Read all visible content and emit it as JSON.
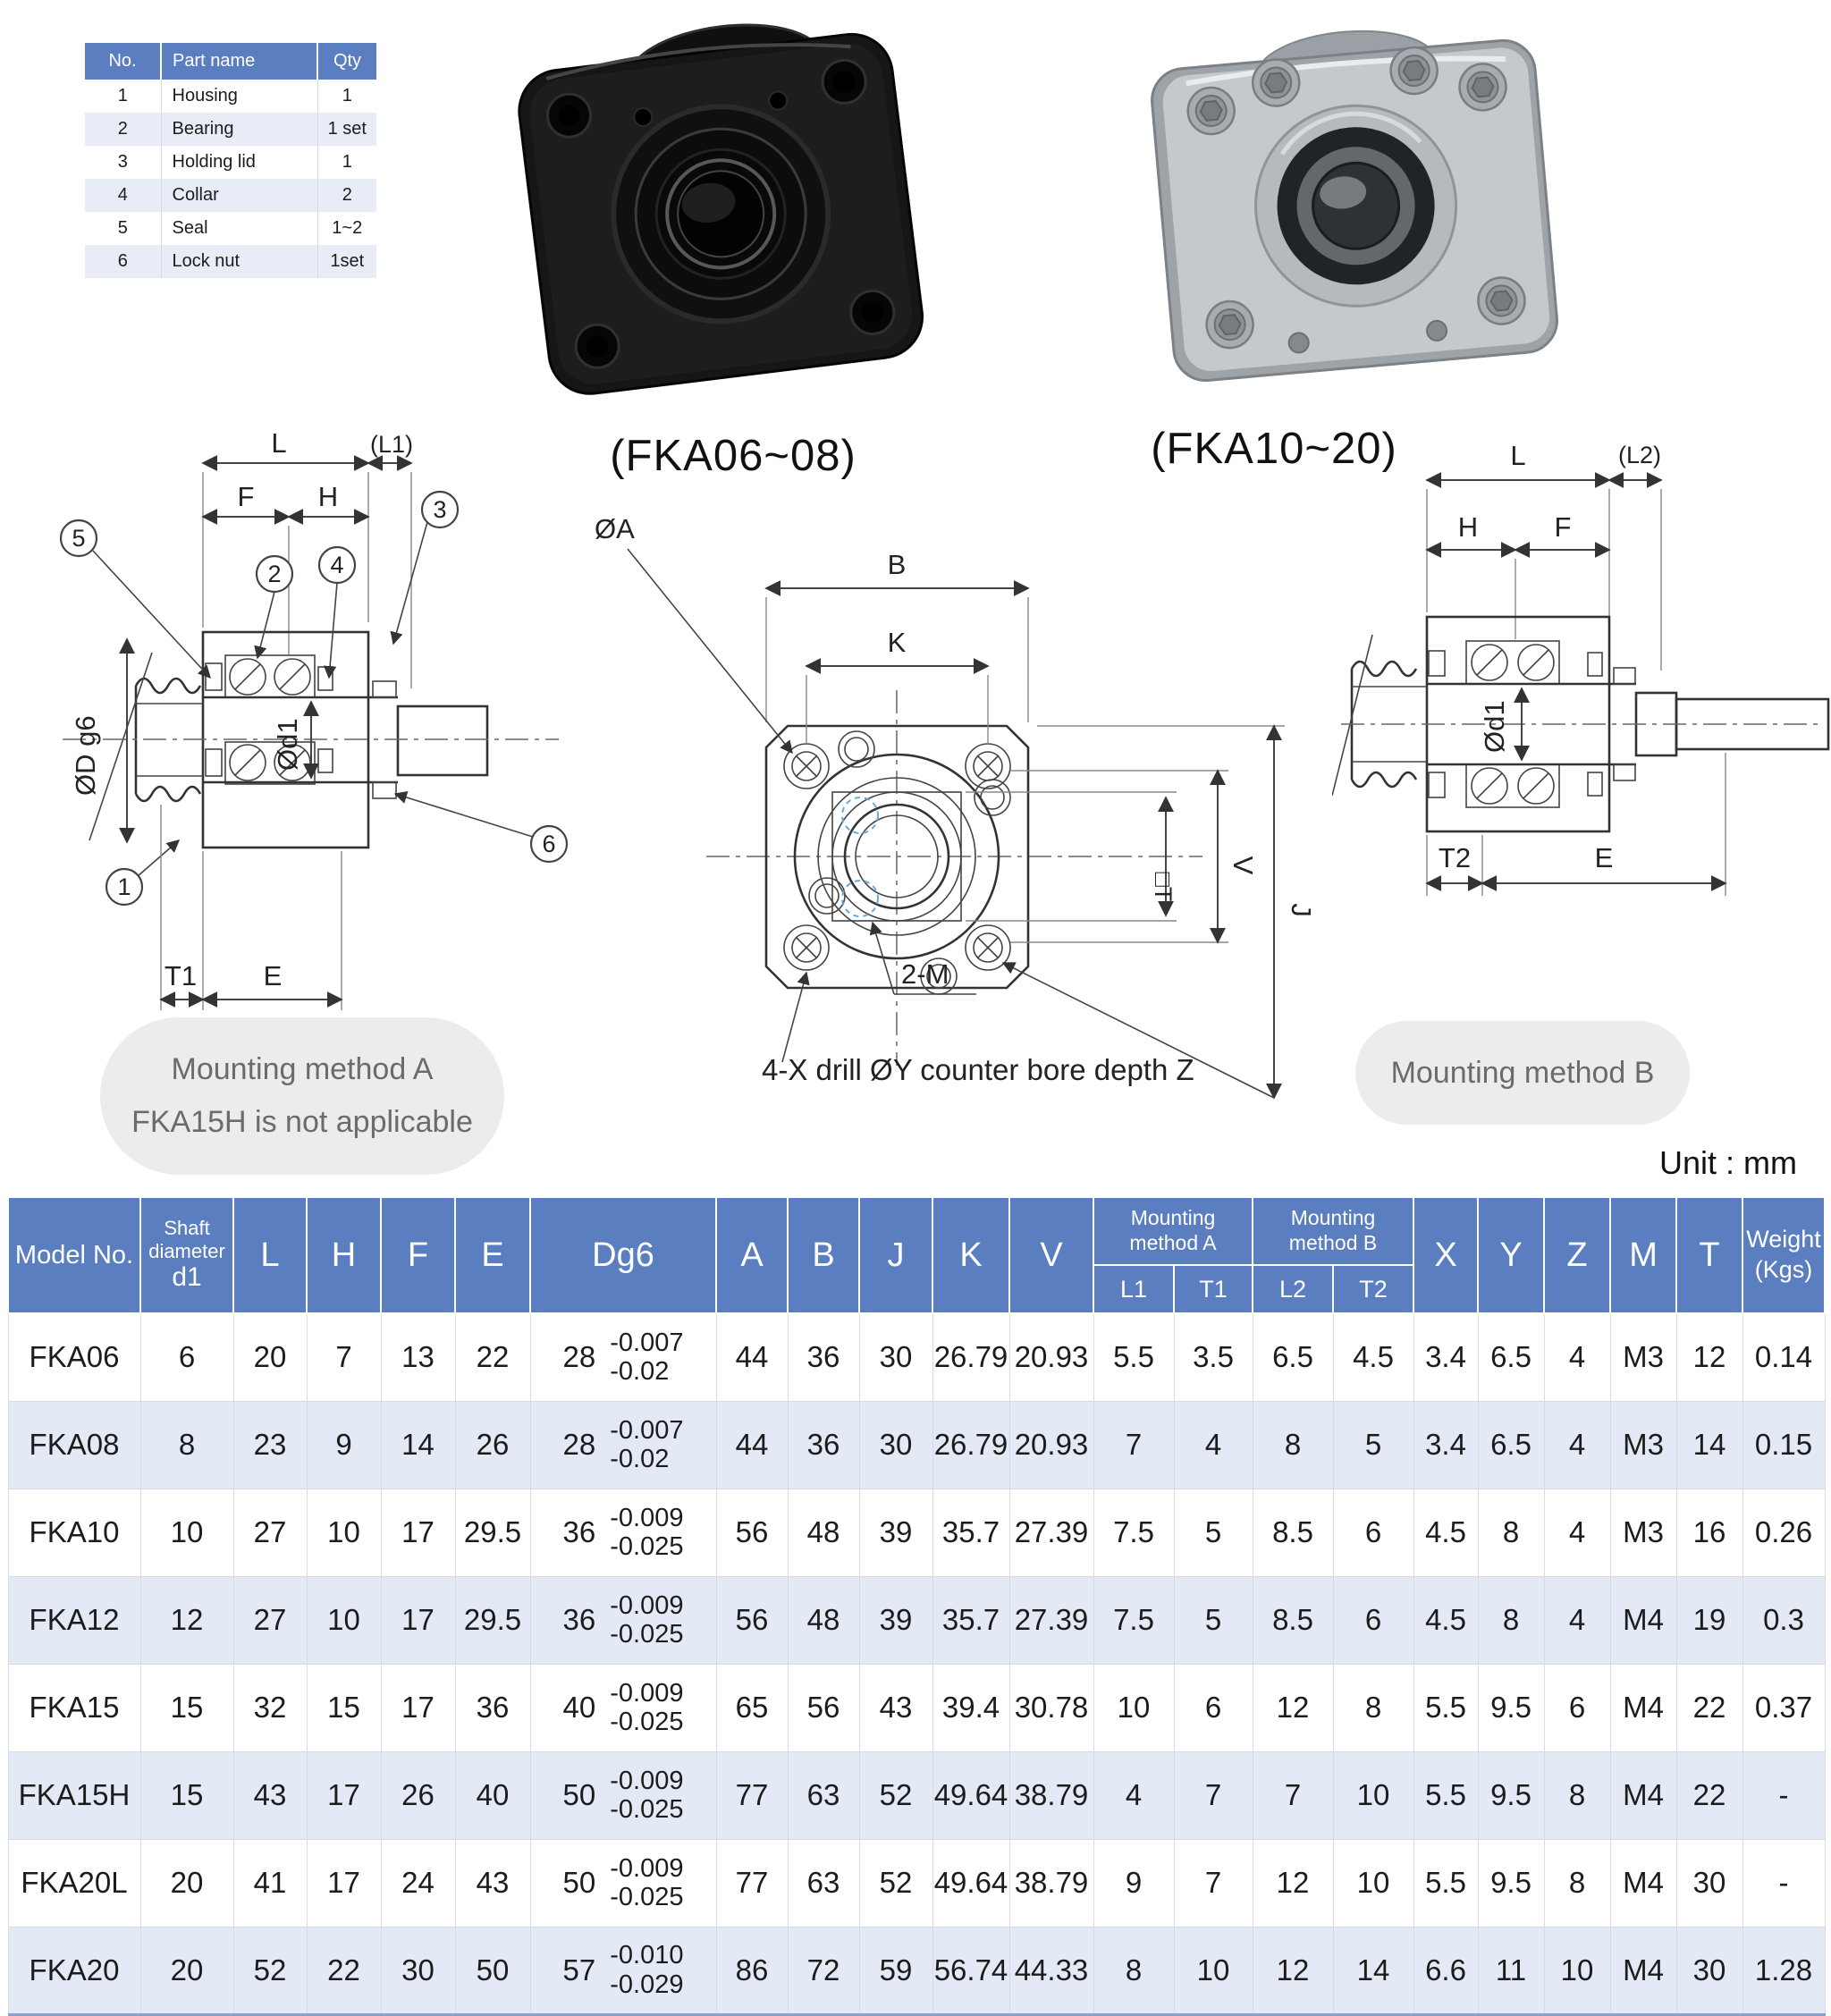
{
  "page": {
    "unit_label": "Unit : mm"
  },
  "colors": {
    "header_blue": "#5b7ec1",
    "row_tint": "#e4eaf5",
    "badge_bg": "#ececec",
    "badge_text": "#6b6b6b"
  },
  "parts_table": {
    "headers": [
      "No.",
      "Part name",
      "Qty"
    ],
    "rows": [
      [
        "1",
        "Housing",
        "1"
      ],
      [
        "2",
        "Bearing",
        "1 set"
      ],
      [
        "3",
        "Holding lid",
        "1"
      ],
      [
        "4",
        "Collar",
        "2"
      ],
      [
        "5",
        "Seal",
        "1~2"
      ],
      [
        "6",
        "Lock nut",
        "1set"
      ]
    ]
  },
  "photos": {
    "label_a": "(FKA06~08)",
    "label_b": "(FKA10~20)"
  },
  "badges": {
    "a_line1": "Mounting method A",
    "a_line2": "FKA15H is not applicable",
    "b": "Mounting method B"
  },
  "drawings": {
    "side_a": {
      "l": "L",
      "l1": "(L1)",
      "f": "F",
      "h": "H",
      "dd": "ØD g6",
      "d1": "Ød1",
      "t1": "T1",
      "e": "E",
      "balloons": [
        "5",
        "2",
        "4",
        "3",
        "1",
        "6"
      ]
    },
    "front": {
      "oa": "ØA",
      "b": "B",
      "k": "K",
      "t": "□T",
      "v": "V",
      "j": "J",
      "m": "2-M",
      "note": "4-X drill ØY counter bore depth Z"
    },
    "side_b": {
      "l": "L",
      "l2": "(L2)",
      "h": "H",
      "f": "F",
      "d1": "Ød1",
      "t2": "T2",
      "e": "E"
    }
  },
  "spec_table": {
    "headers": {
      "model": "Model No.",
      "shaft1": "Shaft",
      "shaft2": "diameter",
      "shaft3": "d1",
      "l": "L",
      "h": "H",
      "f": "F",
      "e": "E",
      "dg6": "Dg6",
      "a": "A",
      "b": "B",
      "j": "J",
      "k": "K",
      "v": "V",
      "ma1": "Mounting",
      "ma2": "method A",
      "mb1": "Mounting",
      "mb2": "method B",
      "l1": "L1",
      "t1": "T1",
      "l2": "L2",
      "t2": "T2",
      "x": "X",
      "y": "Y",
      "z": "Z",
      "m": "M",
      "t": "T",
      "w1": "Weight",
      "w2": "(Kgs)"
    },
    "rows": [
      {
        "model": "FKA06",
        "d1": "6",
        "l": "20",
        "h": "7",
        "f": "13",
        "e": "22",
        "dg6": "28",
        "tol1": "-0.007",
        "tol2": "-0.02",
        "a": "44",
        "b": "36",
        "j": "30",
        "k": "26.79",
        "v": "20.93",
        "l1": "5.5",
        "t1": "3.5",
        "l2": "6.5",
        "t2": "4.5",
        "x": "3.4",
        "y": "6.5",
        "z": "4",
        "m": "M3",
        "t": "12",
        "w": "0.14"
      },
      {
        "model": "FKA08",
        "d1": "8",
        "l": "23",
        "h": "9",
        "f": "14",
        "e": "26",
        "dg6": "28",
        "tol1": "-0.007",
        "tol2": "-0.02",
        "a": "44",
        "b": "36",
        "j": "30",
        "k": "26.79",
        "v": "20.93",
        "l1": "7",
        "t1": "4",
        "l2": "8",
        "t2": "5",
        "x": "3.4",
        "y": "6.5",
        "z": "4",
        "m": "M3",
        "t": "14",
        "w": "0.15"
      },
      {
        "model": "FKA10",
        "d1": "10",
        "l": "27",
        "h": "10",
        "f": "17",
        "e": "29.5",
        "dg6": "36",
        "tol1": "-0.009",
        "tol2": "-0.025",
        "a": "56",
        "b": "48",
        "j": "39",
        "k": "35.7",
        "v": "27.39",
        "l1": "7.5",
        "t1": "5",
        "l2": "8.5",
        "t2": "6",
        "x": "4.5",
        "y": "8",
        "z": "4",
        "m": "M3",
        "t": "16",
        "w": "0.26"
      },
      {
        "model": "FKA12",
        "d1": "12",
        "l": "27",
        "h": "10",
        "f": "17",
        "e": "29.5",
        "dg6": "36",
        "tol1": "-0.009",
        "tol2": "-0.025",
        "a": "56",
        "b": "48",
        "j": "39",
        "k": "35.7",
        "v": "27.39",
        "l1": "7.5",
        "t1": "5",
        "l2": "8.5",
        "t2": "6",
        "x": "4.5",
        "y": "8",
        "z": "4",
        "m": "M4",
        "t": "19",
        "w": "0.3"
      },
      {
        "model": "FKA15",
        "d1": "15",
        "l": "32",
        "h": "15",
        "f": "17",
        "e": "36",
        "dg6": "40",
        "tol1": "-0.009",
        "tol2": "-0.025",
        "a": "65",
        "b": "56",
        "j": "43",
        "k": "39.4",
        "v": "30.78",
        "l1": "10",
        "t1": "6",
        "l2": "12",
        "t2": "8",
        "x": "5.5",
        "y": "9.5",
        "z": "6",
        "m": "M4",
        "t": "22",
        "w": "0.37"
      },
      {
        "model": "FKA15H",
        "d1": "15",
        "l": "43",
        "h": "17",
        "f": "26",
        "e": "40",
        "dg6": "50",
        "tol1": "-0.009",
        "tol2": "-0.025",
        "a": "77",
        "b": "63",
        "j": "52",
        "k": "49.64",
        "v": "38.79",
        "l1": "4",
        "t1": "7",
        "l2": "7",
        "t2": "10",
        "x": "5.5",
        "y": "9.5",
        "z": "8",
        "m": "M4",
        "t": "22",
        "w": "-"
      },
      {
        "model": "FKA20L",
        "d1": "20",
        "l": "41",
        "h": "17",
        "f": "24",
        "e": "43",
        "dg6": "50",
        "tol1": "-0.009",
        "tol2": "-0.025",
        "a": "77",
        "b": "63",
        "j": "52",
        "k": "49.64",
        "v": "38.79",
        "l1": "9",
        "t1": "7",
        "l2": "12",
        "t2": "10",
        "x": "5.5",
        "y": "9.5",
        "z": "8",
        "m": "M4",
        "t": "30",
        "w": "-"
      },
      {
        "model": "FKA20",
        "d1": "20",
        "l": "52",
        "h": "22",
        "f": "30",
        "e": "50",
        "dg6": "57",
        "tol1": "-0.010",
        "tol2": "-0.029",
        "a": "86",
        "b": "72",
        "j": "59",
        "k": "56.74",
        "v": "44.33",
        "l1": "8",
        "t1": "10",
        "l2": "12",
        "t2": "14",
        "x": "6.6",
        "y": "11",
        "z": "10",
        "m": "M4",
        "t": "30",
        "w": "1.28"
      }
    ]
  }
}
